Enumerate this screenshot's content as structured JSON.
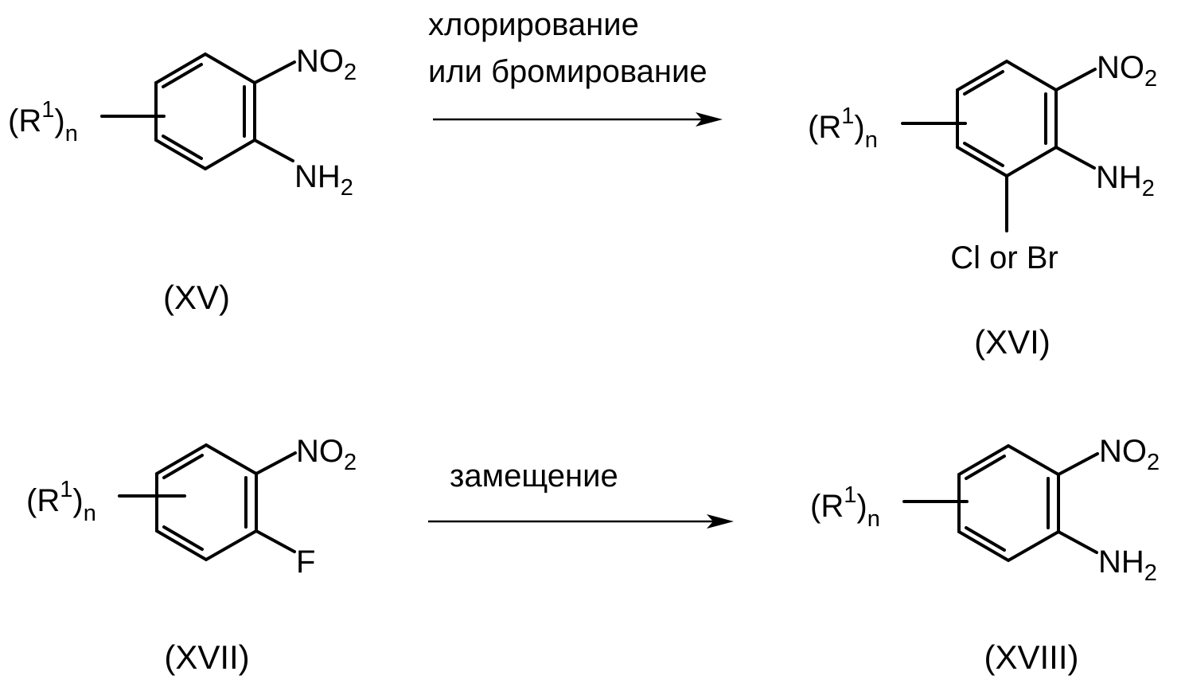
{
  "scheme": {
    "reaction1": {
      "conditions": [
        "хлорирование",
        "или бромирование"
      ],
      "reactant": {
        "id": "(XV)",
        "substituent": {
          "open": "(R",
          "sup": "1",
          "close": ")",
          "sub": "n"
        },
        "group_top": {
          "main": "NO",
          "sub": "2"
        },
        "group_bottom": {
          "main": "NH",
          "sub": "2"
        }
      },
      "product": {
        "id": "(XVI)",
        "substituent": {
          "open": "(R",
          "sup": "1",
          "close": ")",
          "sub": "n"
        },
        "group_top": {
          "main": "NO",
          "sub": "2"
        },
        "group_bottom": {
          "main": "NH",
          "sub": "2"
        },
        "halogen": "Cl or Br"
      }
    },
    "reaction2": {
      "conditions": [
        "замещение"
      ],
      "reactant": {
        "id": "(XVII)",
        "substituent": {
          "open": "(R",
          "sup": "1",
          "close": ")",
          "sub": "n"
        },
        "group_top": {
          "main": "NO",
          "sub": "2"
        },
        "group_bottom": "F"
      },
      "product": {
        "id": "(XVIII)",
        "substituent": {
          "open": "(R",
          "sup": "1",
          "close": ")",
          "sub": "n"
        },
        "group_top": {
          "main": "NO",
          "sub": "2"
        },
        "group_bottom": {
          "main": "NH",
          "sub": "2"
        }
      }
    }
  }
}
